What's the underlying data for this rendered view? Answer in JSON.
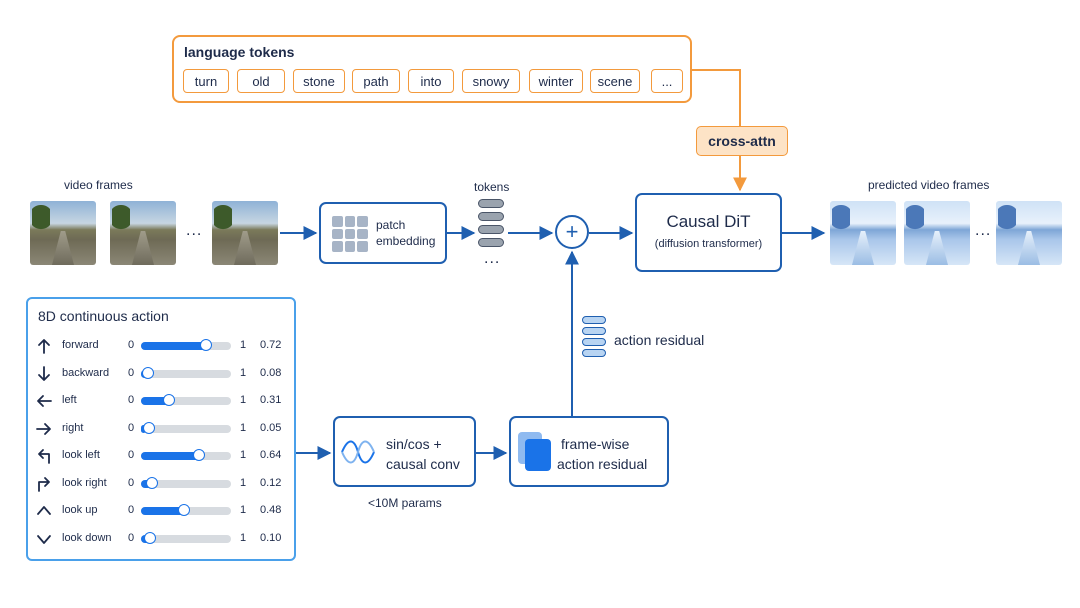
{
  "language": {
    "title": "language tokens",
    "tokens": [
      "turn",
      "old",
      "stone",
      "path",
      "into",
      "snowy",
      "winter",
      "scene",
      "..."
    ]
  },
  "cross_attn": "cross-attn",
  "video_frames": {
    "label": "video frames",
    "ellipsis": "..."
  },
  "patch_embedding": {
    "line1": "patch",
    "line2": "embedding"
  },
  "tokens": {
    "label": "tokens",
    "ellipsis": "..."
  },
  "plus": "+",
  "dit": {
    "title": "Causal DiT",
    "subtitle": "(diffusion transformer)"
  },
  "predicted": {
    "label": "predicted video frames",
    "ellipsis": "..."
  },
  "action_residual_label": "action residual",
  "action": {
    "title": "8D continuous action",
    "min_label": "0",
    "max_label": "1",
    "rows": [
      {
        "icon": "arrow-up-icon",
        "label": "forward",
        "value": 0.72,
        "value_text": "0.72"
      },
      {
        "icon": "arrow-down-icon",
        "label": "backward",
        "value": 0.08,
        "value_text": "0.08"
      },
      {
        "icon": "arrow-left-icon",
        "label": "left",
        "value": 0.31,
        "value_text": "0.31"
      },
      {
        "icon": "arrow-right-icon",
        "label": "right",
        "value": 0.05,
        "value_text": "0.05"
      },
      {
        "icon": "turn-left-arrow-icon",
        "label": "look left",
        "value": 0.64,
        "value_text": "0.64"
      },
      {
        "icon": "turn-right-arrow-icon",
        "label": "look right",
        "value": 0.12,
        "value_text": "0.12"
      },
      {
        "icon": "chevron-up-icon",
        "label": "look up",
        "value": 0.48,
        "value_text": "0.48"
      },
      {
        "icon": "chevron-down-icon",
        "label": "look down",
        "value": 0.1,
        "value_text": "0.10"
      }
    ]
  },
  "sincos": {
    "line1": "sin/cos +",
    "line2": "causal conv",
    "params": "<10M params"
  },
  "framewise": {
    "line1": "frame-wise",
    "line2": "action residual"
  },
  "colors": {
    "accent_blue": "#1f5fb0",
    "accent_orange": "#f39a3d",
    "slider_blue": "#1a73e8"
  }
}
